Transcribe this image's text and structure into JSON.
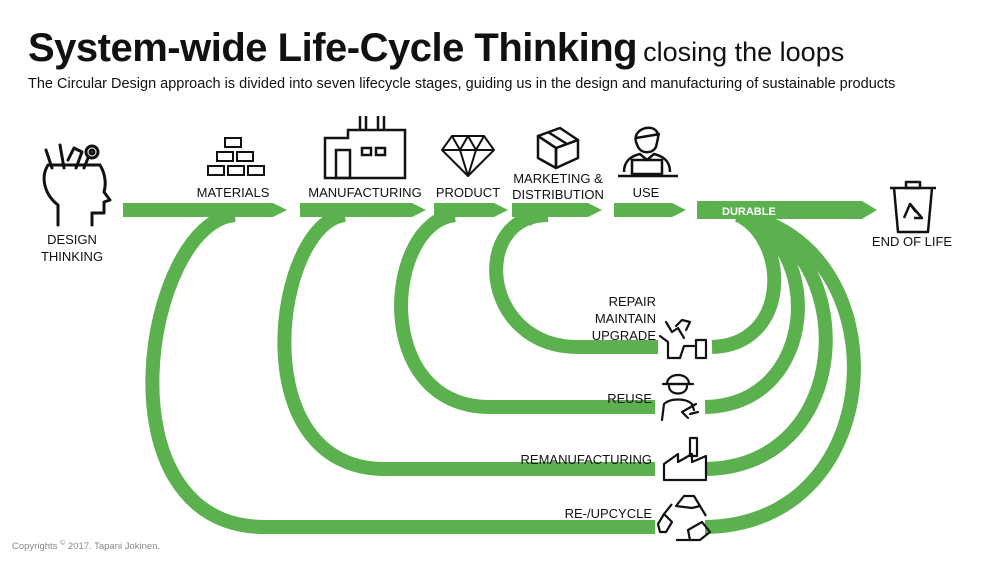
{
  "header": {
    "title": "System-wide Life-Cycle Thinking",
    "title_suffix": "closing the loops",
    "subtitle": "The Circular Design approach is divided into seven lifecycle stages, guiding us in the design and manufacturing of sustainable products"
  },
  "stages": {
    "design_thinking": [
      "DESIGN",
      "THINKING"
    ],
    "materials": "MATERIALS",
    "manufacturing": "MANUFACTURING",
    "product": "PRODUCT",
    "marketing": [
      "MARKETING &",
      "DISTRIBUTION"
    ],
    "use": "USE",
    "durable": "DURABLE",
    "end_of_life": "END OF LIFE"
  },
  "loops": {
    "repair": [
      "REPAIR",
      "MAINTAIN",
      "UPGRADE"
    ],
    "reuse": "REUSE",
    "remanufacturing": "REMANUFACTURING",
    "recycle": "RE-/UPCYCLE"
  },
  "footer": {
    "copyright_prefix": "Copyrights",
    "copyright_symbol": "©",
    "copyright_suffix": "2017. Tapani Jokinen."
  },
  "colors": {
    "green": "#5cb14f",
    "ink": "#111111"
  },
  "icons": [
    "head-icon",
    "bricks-icon",
    "factory-icon",
    "diamond-icon",
    "box-icon",
    "user-laptop-icon",
    "trash-icon",
    "repair-tools-icon",
    "worker-icon",
    "remanufacturing-factory-icon",
    "recycle-icon"
  ]
}
